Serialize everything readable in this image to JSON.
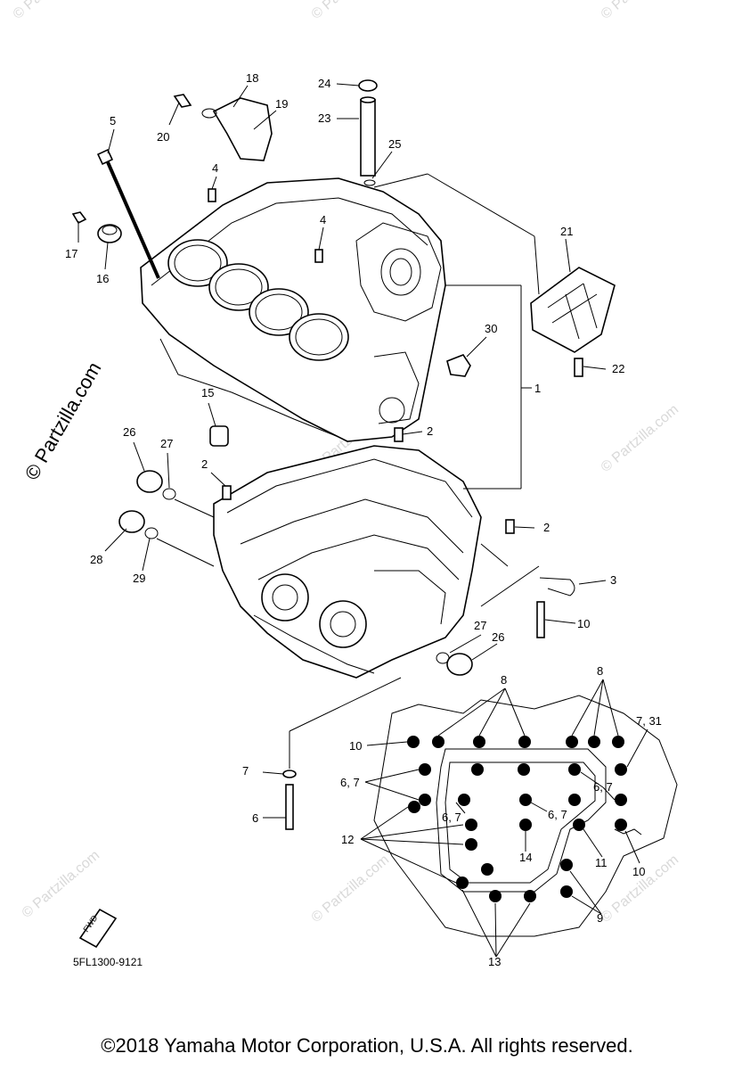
{
  "diagram": {
    "watermark_main": "© Partzilla.com",
    "watermark_tile": "© Partzilla.com",
    "fwd_label": "FWD",
    "diagram_code": "5FL1300-9121",
    "callouts": {
      "c1": "1",
      "c2a": "2",
      "c2b": "2",
      "c2c": "2",
      "c3": "3",
      "c4a": "4",
      "c4b": "4",
      "c5": "5",
      "c6": "6",
      "c7": "7",
      "c8a": "8",
      "c8b": "8",
      "c9": "9",
      "c10a": "10",
      "c10b": "10",
      "c10c": "10",
      "c11": "11",
      "c12": "12",
      "c13": "13",
      "c14": "14",
      "c15": "15",
      "c16": "16",
      "c17": "17",
      "c18": "18",
      "c19": "19",
      "c20": "20",
      "c21": "21",
      "c22": "22",
      "c23": "23",
      "c24": "24",
      "c25": "25",
      "c26a": "26",
      "c26b": "26",
      "c27a": "27",
      "c27b": "27",
      "c28": "28",
      "c29": "29",
      "c30": "30",
      "c67a": "6, 7",
      "c67b": "6, 7",
      "c67c": "6, 7",
      "c67d": "6, 7",
      "c731": "7, 31"
    }
  },
  "footer": {
    "copyright": "©2018 Yamaha Motor Corporation, U.S.A. All rights reserved."
  }
}
